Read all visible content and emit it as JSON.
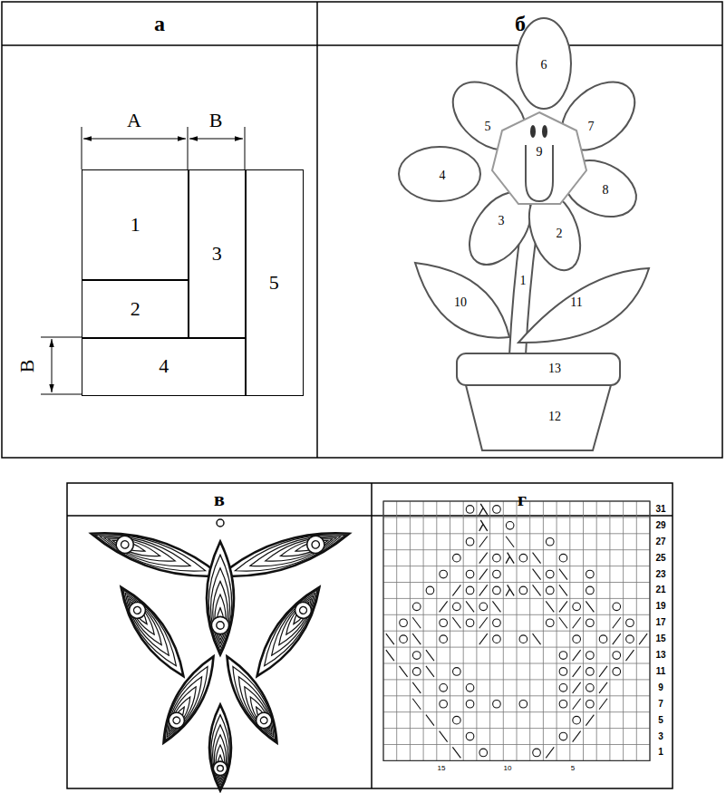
{
  "diagram": {
    "nodes": [
      {
        "text": [
          "1"
        ]
      },
      {
        "text": [
          "2"
        ]
      },
      {
        "text": [
          "3"
        ]
      },
      {
        "text": [
          "4"
        ]
      },
      {
        "text": [
          "5"
        ]
      }
    ],
    "labels": [
      "а",
      "б",
      "А",
      "В",
      "В",
      "6",
      "5",
      "7",
      "4",
      "9",
      "8",
      "3",
      "2",
      "1",
      "10",
      "11",
      "13",
      "12",
      "в",
      "г",
      "31",
      "29",
      "27",
      "25",
      "23",
      "21",
      "19",
      "17",
      "15",
      "13",
      "11",
      "9",
      "7",
      "5",
      "3",
      "1",
      "15",
      "10",
      "5"
    ]
  }
}
